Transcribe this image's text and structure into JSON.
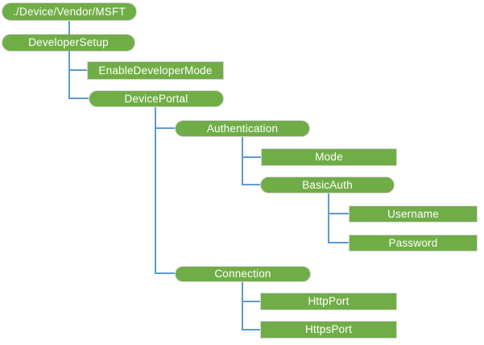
{
  "diagram": {
    "type": "tree",
    "nodes": [
      {
        "id": "msft",
        "label": "./Device/Vendor/MSFT",
        "shape": "rounded",
        "parent": null
      },
      {
        "id": "developersetup",
        "label": "DeveloperSetup",
        "shape": "rounded",
        "parent": "msft"
      },
      {
        "id": "enabledevelopermode",
        "label": "EnableDeveloperMode",
        "shape": "rect",
        "parent": "developersetup"
      },
      {
        "id": "deviceportal",
        "label": "DevicePortal",
        "shape": "rounded",
        "parent": "developersetup"
      },
      {
        "id": "authentication",
        "label": "Authentication",
        "shape": "rounded",
        "parent": "deviceportal"
      },
      {
        "id": "mode",
        "label": "Mode",
        "shape": "rect",
        "parent": "authentication"
      },
      {
        "id": "basicauth",
        "label": "BasicAuth",
        "shape": "rounded",
        "parent": "authentication"
      },
      {
        "id": "username",
        "label": "Username",
        "shape": "rect",
        "parent": "basicauth"
      },
      {
        "id": "password",
        "label": "Password",
        "shape": "rect",
        "parent": "basicauth"
      },
      {
        "id": "connection",
        "label": "Connection",
        "shape": "rounded",
        "parent": "deviceportal"
      },
      {
        "id": "httpport",
        "label": "HttpPort",
        "shape": "rect",
        "parent": "connection"
      },
      {
        "id": "httpsport",
        "label": "HttpsPort",
        "shape": "rect",
        "parent": "connection"
      }
    ]
  },
  "colors": {
    "node_fill": "#70AD47",
    "node_border": "#d6d6d6",
    "node_text": "#ffffff",
    "connector": "#5B9BD5",
    "background": "#ffffff"
  }
}
